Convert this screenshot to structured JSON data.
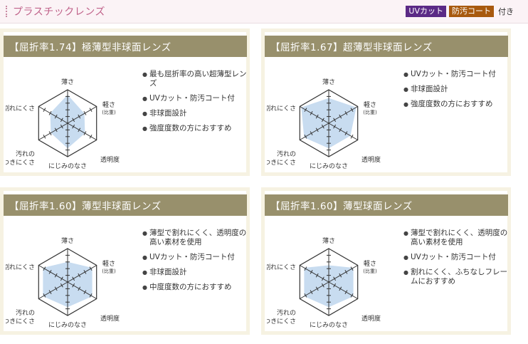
{
  "header": {
    "title": "プラスチックレンズ",
    "badges": [
      "UVカット",
      "防汚コート"
    ],
    "badge_suffix": "付き"
  },
  "axis_labels": {
    "thin": "薄さ",
    "light": "軽さ",
    "light_sub": "(比重)",
    "clarity": "透明度",
    "blur": "にじみのなさ",
    "dirt": [
      "汚れの",
      "つきにくさ"
    ],
    "break": "割れにくさ"
  },
  "cards": [
    {
      "title": "【屈折率1.74】極薄型非球面レンズ",
      "features": [
        "最も屈折率の高い超薄型レンズ",
        "UVカット・防汚コート付",
        "非球面設計",
        "強度度数の方におすすめ"
      ],
      "radar_levels": [
        0.85,
        0.58,
        0.6,
        0.75,
        0.58,
        0.6
      ]
    },
    {
      "title": "【屈折率1.67】超薄型非球面レンズ",
      "features": [
        "UVカット・防汚コート付",
        "非球面設計",
        "強度度数の方におすすめ"
      ],
      "radar_levels": [
        0.75,
        0.95,
        0.75,
        0.75,
        0.85,
        0.95
      ]
    },
    {
      "title": "【屈折率1.60】薄型非球面レンズ",
      "features": [
        "薄型で割れにくく、透明度の高い素材を使用",
        "UVカット・防汚コート付",
        "非球面設計",
        "中度度数の方におすすめ"
      ],
      "radar_levels": [
        0.6,
        0.85,
        0.85,
        0.75,
        0.85,
        0.85
      ]
    },
    {
      "title": "【屈折率1.60】薄型球面レンズ",
      "features": [
        "薄型で割れにくく、透明度の高い素材を使用",
        "UVカット・防汚コート付",
        "割れにくく、ふちなしフレームにおすすめ"
      ],
      "radar_levels": [
        0.5,
        0.85,
        0.85,
        0.75,
        0.85,
        0.85
      ]
    }
  ],
  "colors": {
    "radar_fill": "#c8dcf0",
    "header_bg": "#98906c",
    "title_pink": "#c0628a",
    "uv_badge": "#5b2a86",
    "ao_badge": "#a8590e"
  }
}
